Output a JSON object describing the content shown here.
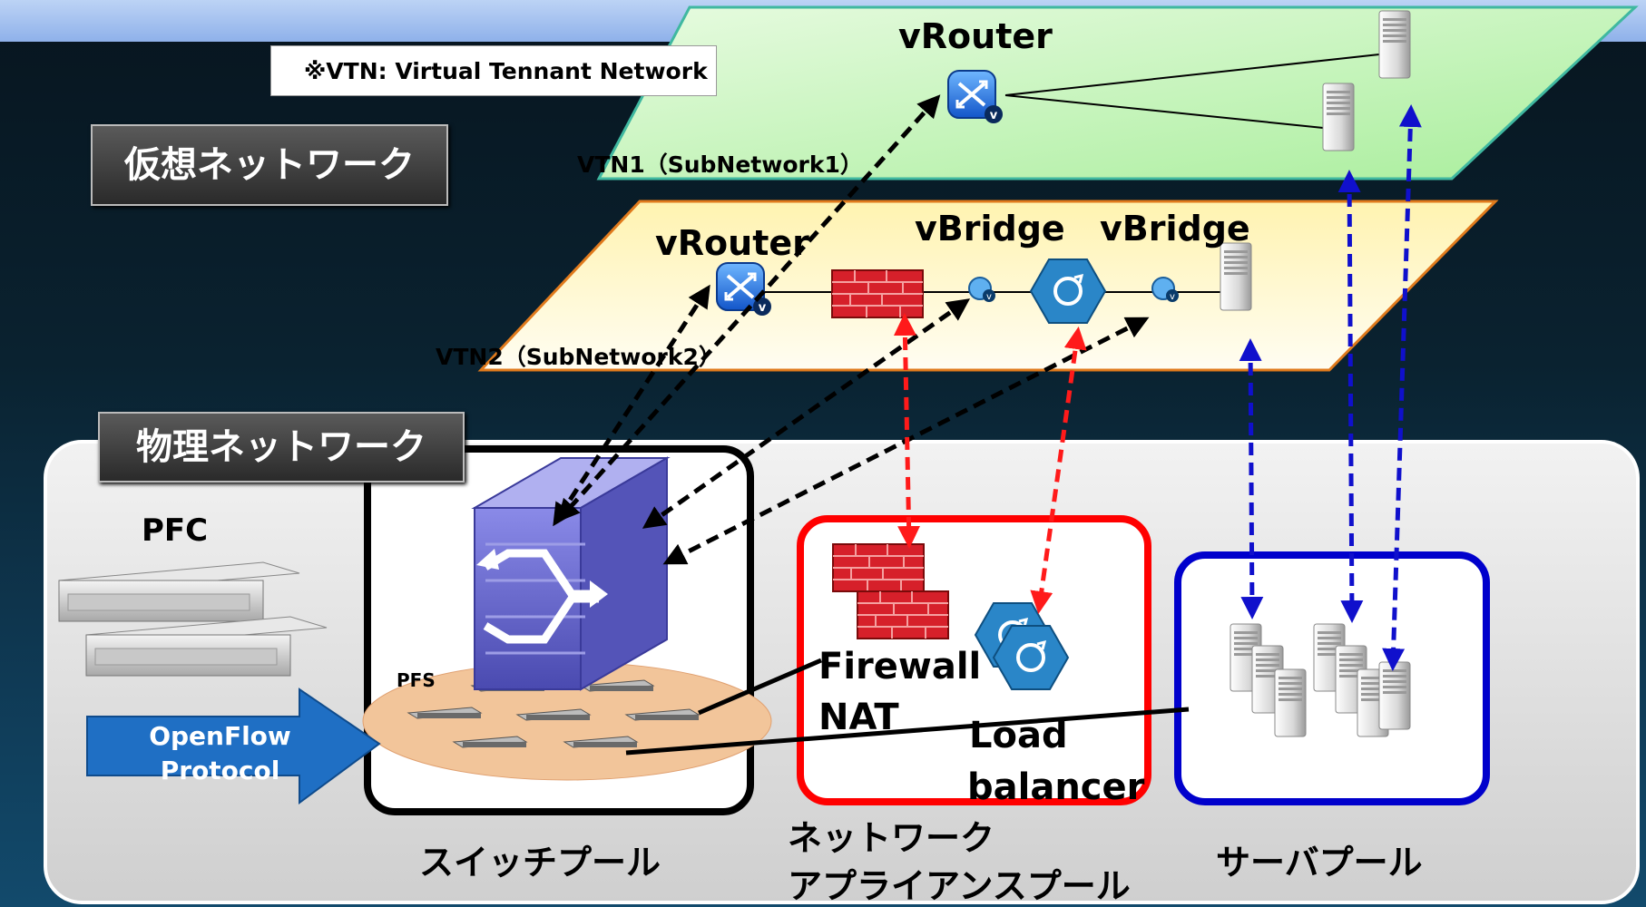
{
  "note": "※VTN: Virtual Tennant Network",
  "sections": {
    "virtual": "仮想ネットワーク",
    "physical": "物理ネットワーク"
  },
  "vtn1": {
    "label": "VTN1（SubNetwork1）",
    "router_label": "vRouter"
  },
  "vtn2": {
    "label": "VTN2（SubNetwork2）",
    "router_label": "vRouter",
    "bridge1_label": "vBridge",
    "bridge2_label": "vBridge"
  },
  "physical": {
    "pfc_label": "PFC",
    "openflow_line1": "OpenFlow",
    "openflow_line2": "Protocol",
    "pfs_label": "PFS",
    "firewall_label": "Firewall",
    "nat_label": "NAT",
    "lb_line1": "Load",
    "lb_line2": "balancer",
    "switch_pool": "スイッチプール",
    "appliance_pool_line1": "ネットワーク",
    "appliance_pool_line2": "アプライアンスプール",
    "server_pool": "サーバプール"
  },
  "colors": {
    "vtn1_fill": "#c9f5c0",
    "vtn1_border": "#3fb8a0",
    "vtn2_fill": "#fff5c8",
    "vtn2_border": "#e07a1c",
    "switch_pool_border": "#000000",
    "appliance_pool_border": "#ff0000",
    "server_pool_border": "#0000cc",
    "openflow_arrow": "#1f6fc4"
  }
}
